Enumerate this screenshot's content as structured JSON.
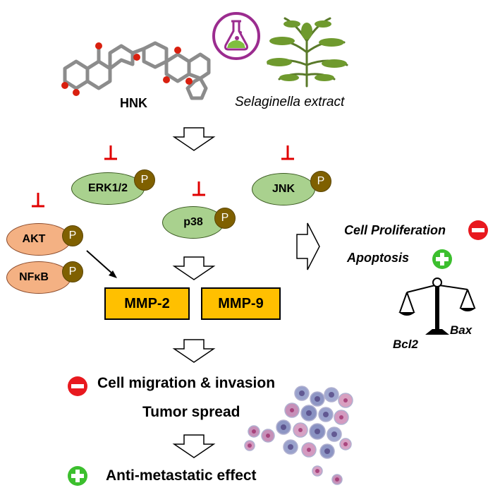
{
  "top": {
    "compound_label": "HNK",
    "extract_label": "Selaginella extract"
  },
  "kinases": {
    "erk": "ERK1/2",
    "p38": "p38",
    "jnk": "JNK",
    "akt": "AKT",
    "nfkb": "NFκB",
    "phospho": "P"
  },
  "mmp": {
    "mmp2": "MMP-2",
    "mmp9": "MMP-9"
  },
  "effects": {
    "cell_proliferation": "Cell Proliferation",
    "apoptosis": "Apoptosis",
    "bcl2": "Bcl2",
    "bax": "Bax"
  },
  "outcomes": {
    "migration": "Cell migration & invasion",
    "tumor_spread": "Tumor spread",
    "anti_metastatic": "Anti-metastatic effect"
  },
  "colors": {
    "inhibit": "#e00000",
    "kinase_green": "#a9d18e",
    "kinase_salmon": "#f4b183",
    "phospho": "#7f6000",
    "mmp_box": "#ffc000",
    "minus_badge": "#e8191f",
    "plus_badge": "#3cbf2e"
  }
}
